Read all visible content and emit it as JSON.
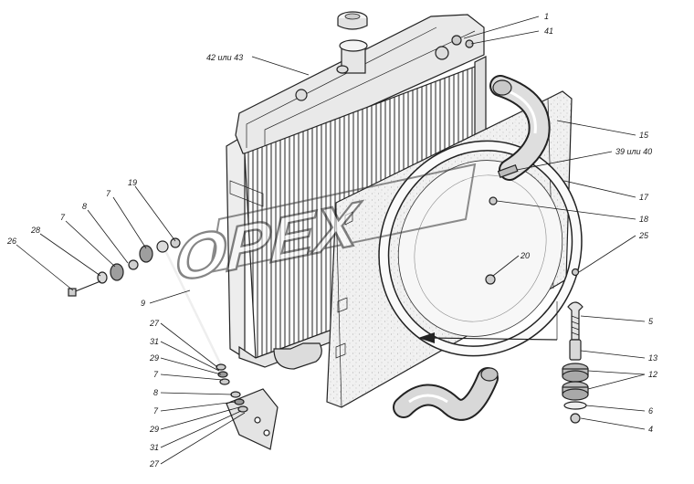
{
  "watermark": {
    "text": "OPEX"
  },
  "callouts": [
    {
      "id": "c1",
      "text": "1"
    },
    {
      "id": "c41",
      "text": "41"
    },
    {
      "id": "c42",
      "text": "42 или 43"
    },
    {
      "id": "c15",
      "text": "15"
    },
    {
      "id": "c3940",
      "text": "39 или 40"
    },
    {
      "id": "c17",
      "text": "17"
    },
    {
      "id": "c18",
      "text": "18"
    },
    {
      "id": "c25",
      "text": "25"
    },
    {
      "id": "c20",
      "text": "20"
    },
    {
      "id": "c5",
      "text": "5"
    },
    {
      "id": "c13",
      "text": "13"
    },
    {
      "id": "c12",
      "text": "12"
    },
    {
      "id": "c6",
      "text": "6"
    },
    {
      "id": "c4",
      "text": "4"
    },
    {
      "id": "c19",
      "text": "19"
    },
    {
      "id": "c7a",
      "text": "7"
    },
    {
      "id": "c8a",
      "text": "8"
    },
    {
      "id": "c7b",
      "text": "7"
    },
    {
      "id": "c28",
      "text": "28"
    },
    {
      "id": "c26",
      "text": "26"
    },
    {
      "id": "c9",
      "text": "9"
    },
    {
      "id": "c27a",
      "text": "27"
    },
    {
      "id": "c31a",
      "text": "31"
    },
    {
      "id": "c29a",
      "text": "29"
    },
    {
      "id": "c7c",
      "text": "7"
    },
    {
      "id": "c8b",
      "text": "8"
    },
    {
      "id": "c7d",
      "text": "7"
    },
    {
      "id": "c29b",
      "text": "29"
    },
    {
      "id": "c31b",
      "text": "31"
    },
    {
      "id": "c27b",
      "text": "27"
    }
  ]
}
